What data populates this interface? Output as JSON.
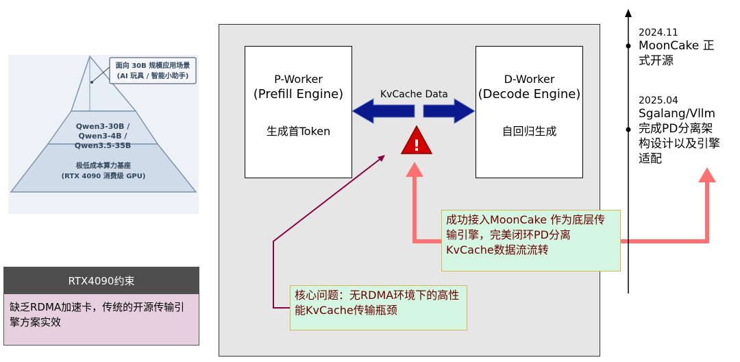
{
  "pyramid": {
    "top_callout": [
      "面向 30B 规模应用场景",
      "(AI 玩具 / 智能小助手)"
    ],
    "middle_labels": [
      "Qwen3-30B /",
      "Qwen3-4B /",
      "Qwen3.5-35B"
    ],
    "base_labels": [
      "极低成本算力基座",
      "(RTX 4090 消费级 GPU)"
    ]
  },
  "constraint": {
    "header": "RTX4090约束",
    "body": "缺乏RDMA加速卡，传统的开源传输引擎方案实效"
  },
  "prefill_worker": {
    "name": "P-Worker",
    "engine": "(Prefill Engine)",
    "desc": "生成首Token"
  },
  "decode_worker": {
    "name": "D-Worker",
    "engine": "(Decode Engine)",
    "desc": "自回归生成"
  },
  "kvcache_label": "KvCache Data",
  "warning_icon": "warning-triangle-icon",
  "notes": {
    "solution": "成功接入MoonCake 作为底层传输引擎，完美闭环PD分离KvCache数据流流转",
    "problem": "核心问题：无RDMA环境下的高性能KvCache传输瓶颈"
  },
  "timeline": [
    {
      "date": "2024.11",
      "text": "MoonCake 正式开源"
    },
    {
      "date": "2025.04",
      "text": "Sgalang/Vllm完成PD分离架构设计以及引擎适配"
    }
  ],
  "colors": {
    "arrow_blue": "#0a1a8c",
    "warning_red": "#d40000",
    "salmon": "#ff7070",
    "maroon": "#8b0040",
    "note_bg": "#d5f5e3",
    "note_border": "#d6b656",
    "constraint_header": "#4d4d4d",
    "constraint_body": "#e6d0de"
  }
}
